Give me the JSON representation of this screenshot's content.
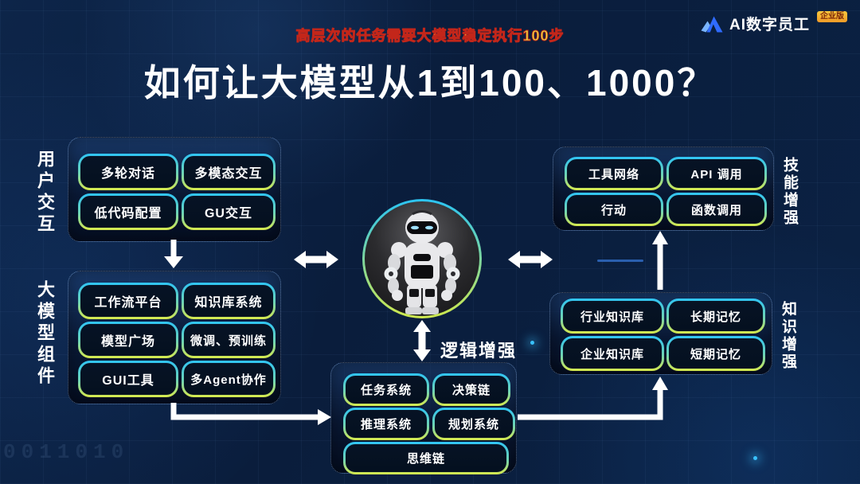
{
  "header": {
    "subtitle": "高层次的任务需要大模型稳定执行100步",
    "title": "如何让大模型从1到100、1000？"
  },
  "logo": {
    "brand": "AI数字员工",
    "badge": "企业版"
  },
  "groups": {
    "user_interaction": {
      "label": "用户交互",
      "items": [
        "多轮对话",
        "多模态交互",
        "低代码配置",
        "GU交互"
      ]
    },
    "model_components": {
      "label": "大模型组件",
      "items": [
        "工作流平台",
        "知识库系统",
        "模型广场",
        "微调、预训练",
        "GUI工具",
        "多Agent协作"
      ]
    },
    "skill_enhancement": {
      "label": "技能增强",
      "items": [
        "工具网络",
        "API 调用",
        "行动",
        "函数调用"
      ]
    },
    "knowledge_enhancement": {
      "label": "知识增强",
      "items": [
        "行业知识库",
        "长期记忆",
        "企业知识库",
        "短期记忆"
      ]
    },
    "logic_enhancement": {
      "label": "逻辑增强",
      "items": [
        "任务系统",
        "决策链",
        "推理系统",
        "规划系统",
        "思维链"
      ]
    }
  },
  "robot": {
    "description": "白色人形机器人"
  },
  "background": {
    "binary_texture": "0011010"
  },
  "colors": {
    "background": "#0b2244",
    "accent_cyan": "#2fc4f5",
    "accent_green": "#d7e94c",
    "subtitle_fill": "#e8f046",
    "subtitle_outline": "#c3261a",
    "badge_orange": "#f0a62e",
    "arrow_white": "#ffffff"
  }
}
